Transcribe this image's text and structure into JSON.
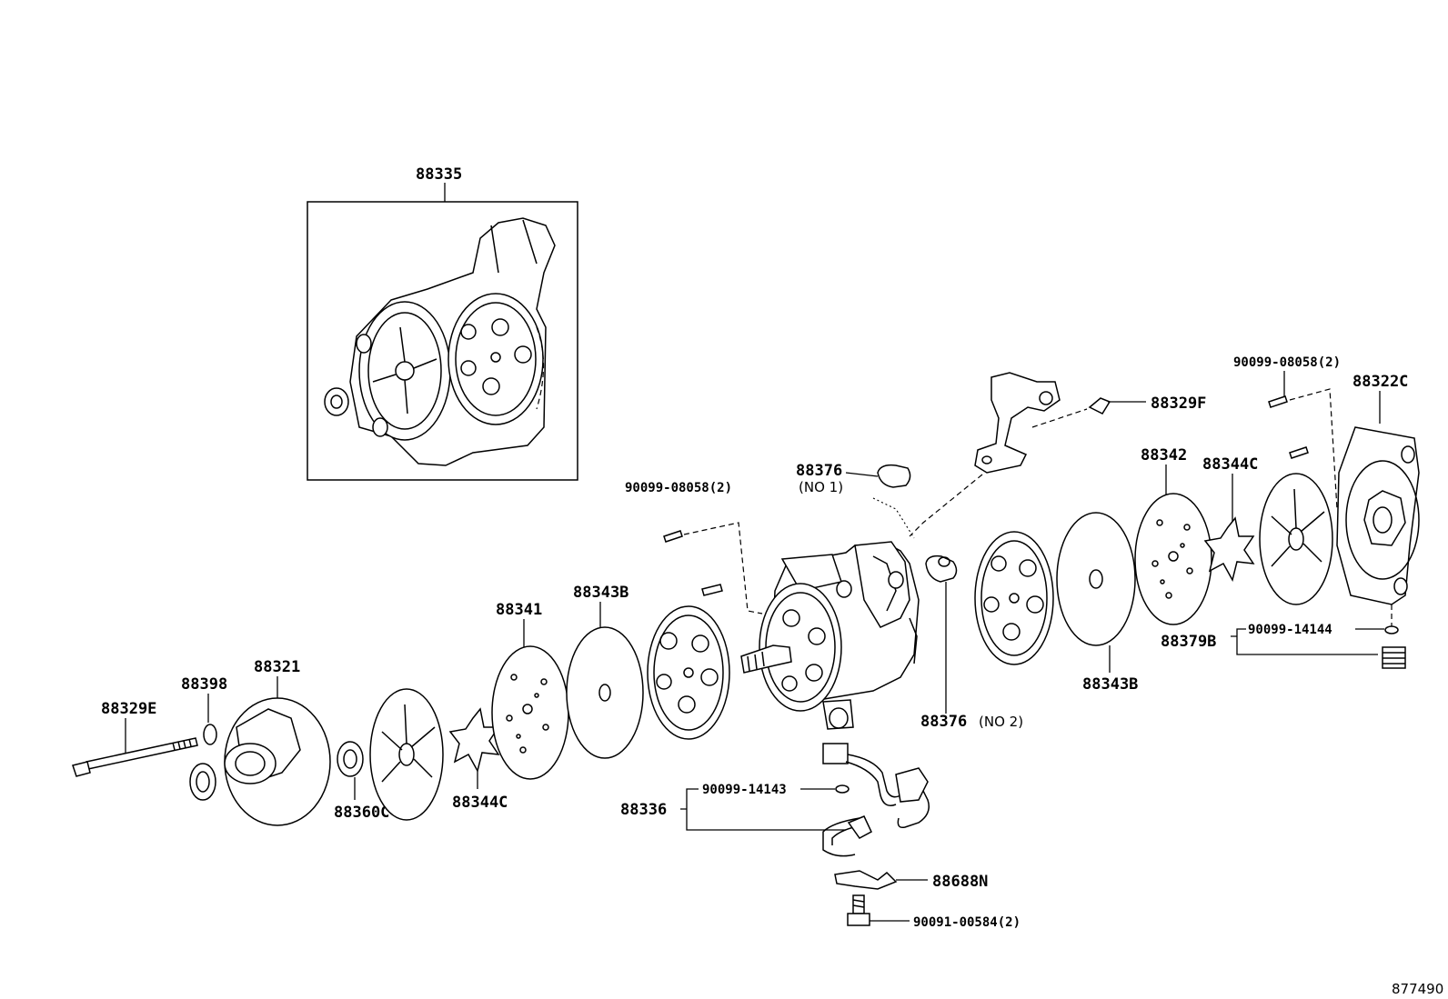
{
  "figure_ref": "877490",
  "callouts": {
    "c88335": "88335",
    "c88329e": "88329E",
    "c88398": "88398",
    "c88321": "88321",
    "c88360c": "88360C",
    "c88344c_left": "88344C",
    "c88341": "88341",
    "c88343b_left": "88343B",
    "c90099_08058_left": "90099-08058(2)",
    "c88376_no1": "88376",
    "c88376_no1_note": "(NO 1)",
    "c88376_no2": "88376",
    "c88376_no2_note": "(NO 2)",
    "c88329f": "88329F",
    "c90099_08058_right": "90099-08058(2)",
    "c88322c": "88322C",
    "c88342": "88342",
    "c88344c_right": "88344C",
    "c88343b_right": "88343B",
    "c88379b": "88379B",
    "c90099_14144": "90099-14144",
    "c88336": "88336",
    "c90099_14143": "90099-14143",
    "c88688n": "88688N",
    "c90091_00584": "90091-00584(2)"
  }
}
